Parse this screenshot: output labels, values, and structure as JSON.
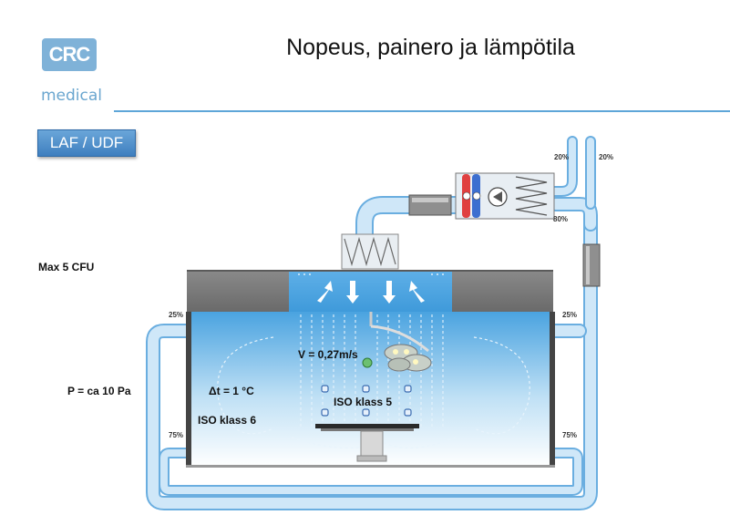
{
  "header": {
    "logo_main": "CRC",
    "logo_sub": "medical",
    "title": "Nopeus, painero ja lämpötila"
  },
  "tag": {
    "label": "LAF / UDF"
  },
  "labels": {
    "max_cfu": "Max 5 CFU",
    "pressure": "P = ca 10 Pa",
    "delta_t": "Δt = 1 °C",
    "iso_outer": "ISO klass 6",
    "velocity": "V = 0,27m/s",
    "iso_inner": "ISO klass 5"
  },
  "percentages": {
    "top_left_intake": "20%",
    "top_right_intake": "20%",
    "recirc": "80%",
    "left_upper": "25%",
    "right_upper": "25%",
    "left_lower": "75%",
    "right_lower": "75%"
  },
  "colors": {
    "duct": "#bcdcf2",
    "duct_edge": "#6aaee0",
    "wall": "#7d7d7d",
    "accent": "#5ea6d8"
  }
}
